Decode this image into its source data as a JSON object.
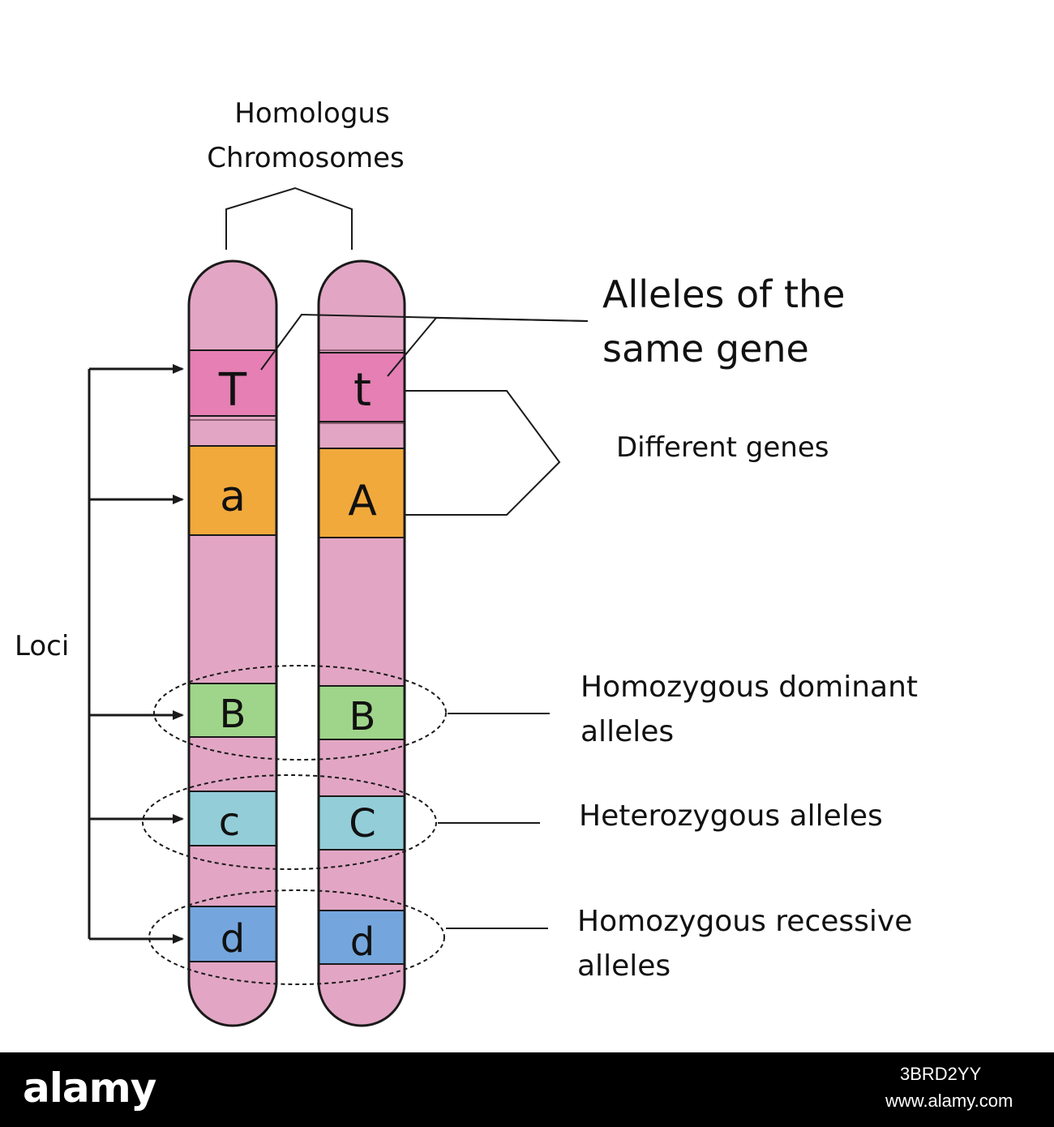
{
  "title": [
    "Homologus",
    "Chromosomes"
  ],
  "labels": {
    "alleles_same_gene": [
      "Alleles of the",
      "same gene"
    ],
    "different_genes": "Different genes",
    "loci": "Loci",
    "homozygous_dominant": [
      "Homozygous dominant",
      "alleles"
    ],
    "heterozygous": "Heterozygous alleles",
    "homozygous_recessive": [
      "Homozygous recessive",
      "alleles"
    ]
  },
  "chromosomes": [
    {
      "genes": [
        "T",
        "a",
        "B",
        "c",
        "d"
      ]
    },
    {
      "genes": [
        "t",
        "A",
        "B",
        "C",
        "d"
      ]
    }
  ],
  "colors": {
    "chromosome": "#e2a6c4",
    "gene_T": "#e57fb4",
    "gene_A": "#f2a93b",
    "gene_B": "#9fd58a",
    "gene_C": "#93cdd8",
    "gene_D": "#74a6dd",
    "outline": "#1a1a1a"
  },
  "footer": {
    "brand": "alamy",
    "image_id": "3BRD2YY",
    "site": "www.alamy.com"
  }
}
